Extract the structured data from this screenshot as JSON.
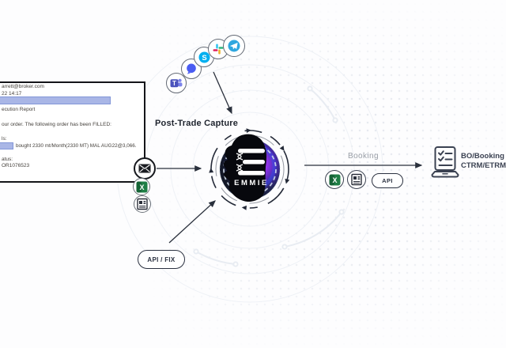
{
  "email": {
    "from_line": "arrett@broker.com",
    "time_line": "22 14:17",
    "subject_visible": "ecution Report",
    "intro_line": "our order. The following order has been FILLED:",
    "details_label": "ls:",
    "fill_text": "bought 2330 mt/Month(2330 MT) MAL AUG22@3,066.",
    "status_label": "atus:",
    "order_ref": "OR1076523"
  },
  "labels": {
    "post_trade_capture": "Post-Trade Capture",
    "booking": "Booking",
    "emmie": "EMMIE",
    "api_fix": "API / FIX",
    "api": "API",
    "bo_booking": "BO/Booking",
    "ctrm_etrm": "CTRM/ETRM"
  },
  "channel_icons": [
    "teams-icon",
    "chat-bubble-icon",
    "skype-icon",
    "slack-icon",
    "telegram-icon"
  ],
  "input_icons": [
    "email-envelope-icon",
    "excel-icon",
    "document-icon"
  ],
  "booking_icons": [
    "excel-icon",
    "document-icon",
    "api-pill"
  ],
  "colors": {
    "arrow": "#2a303c",
    "emmie_disc": "#131827",
    "accent_purple": "#9a3bf0",
    "redaction_bar": "#a9b6e6",
    "excel_green": "#1e7e45",
    "skype_blue": "#00aff0",
    "telegram_blue": "#2fa7df",
    "teams_purple": "#4b53bc",
    "chat_bubble_blue": "#4a5cf2",
    "slack_colors": [
      "#36C5F0",
      "#2EB67D",
      "#ECB22E",
      "#E01E5A"
    ],
    "booking_label_gray": "#999ea6",
    "dark_text": "#3b4252"
  }
}
